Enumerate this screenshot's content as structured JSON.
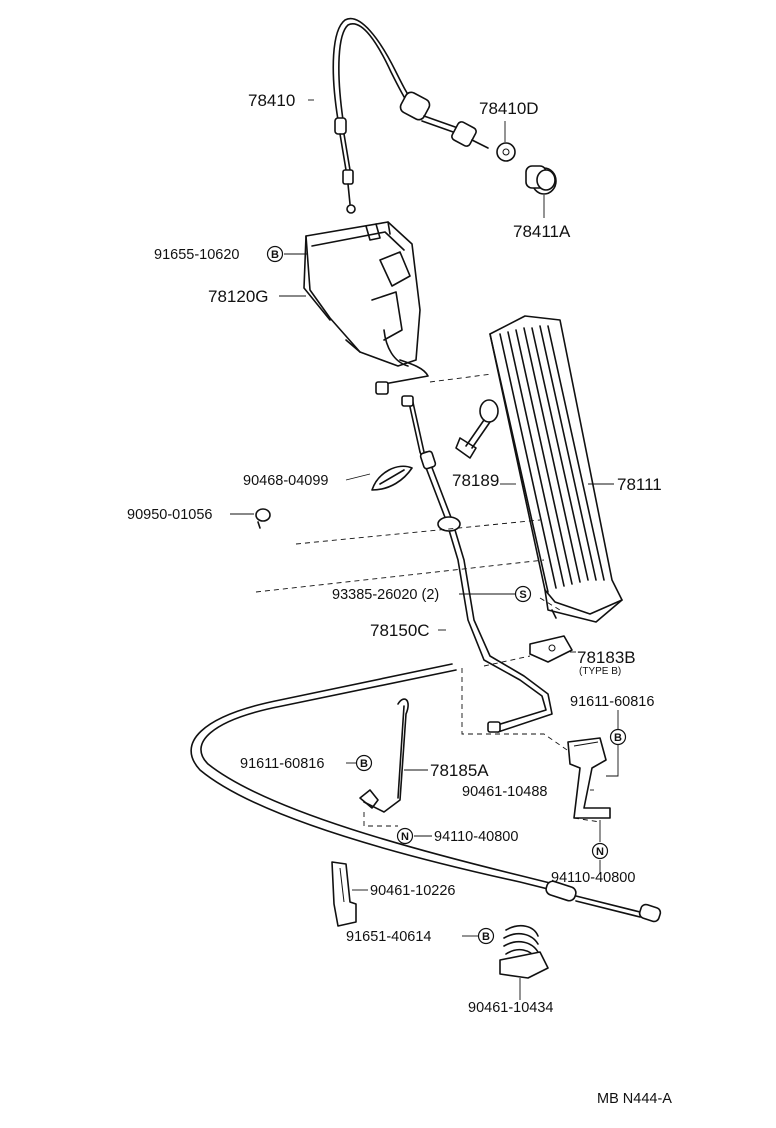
{
  "parts": {
    "p78410": "78410",
    "p78410D": "78410D",
    "p78411A": "78411A",
    "p91655_10620": "91655-10620",
    "p78120G": "78120G",
    "p90468_04099": "90468-04099",
    "p78189": "78189",
    "p78111": "78111",
    "p90950_01056": "90950-01056",
    "p93385_26020": "93385-26020 (2)",
    "p78150C": "78150C",
    "p78183B": "78183B",
    "p78183B_note": "(TYPE B)",
    "p91611_60816_right": "91611-60816",
    "p91611_60816_left": "91611-60816",
    "p78185A": "78185A",
    "p90461_10488": "90461-10488",
    "p94110_40800_left": "94110-40800",
    "p94110_40800_right": "94110-40800",
    "p90461_10226": "90461-10226",
    "p91651_40614": "91651-40614",
    "p90461_10434": "90461-10434"
  },
  "markers": {
    "B": "B",
    "S": "S",
    "N": "N"
  },
  "footer": {
    "code": "MB N444-A"
  }
}
